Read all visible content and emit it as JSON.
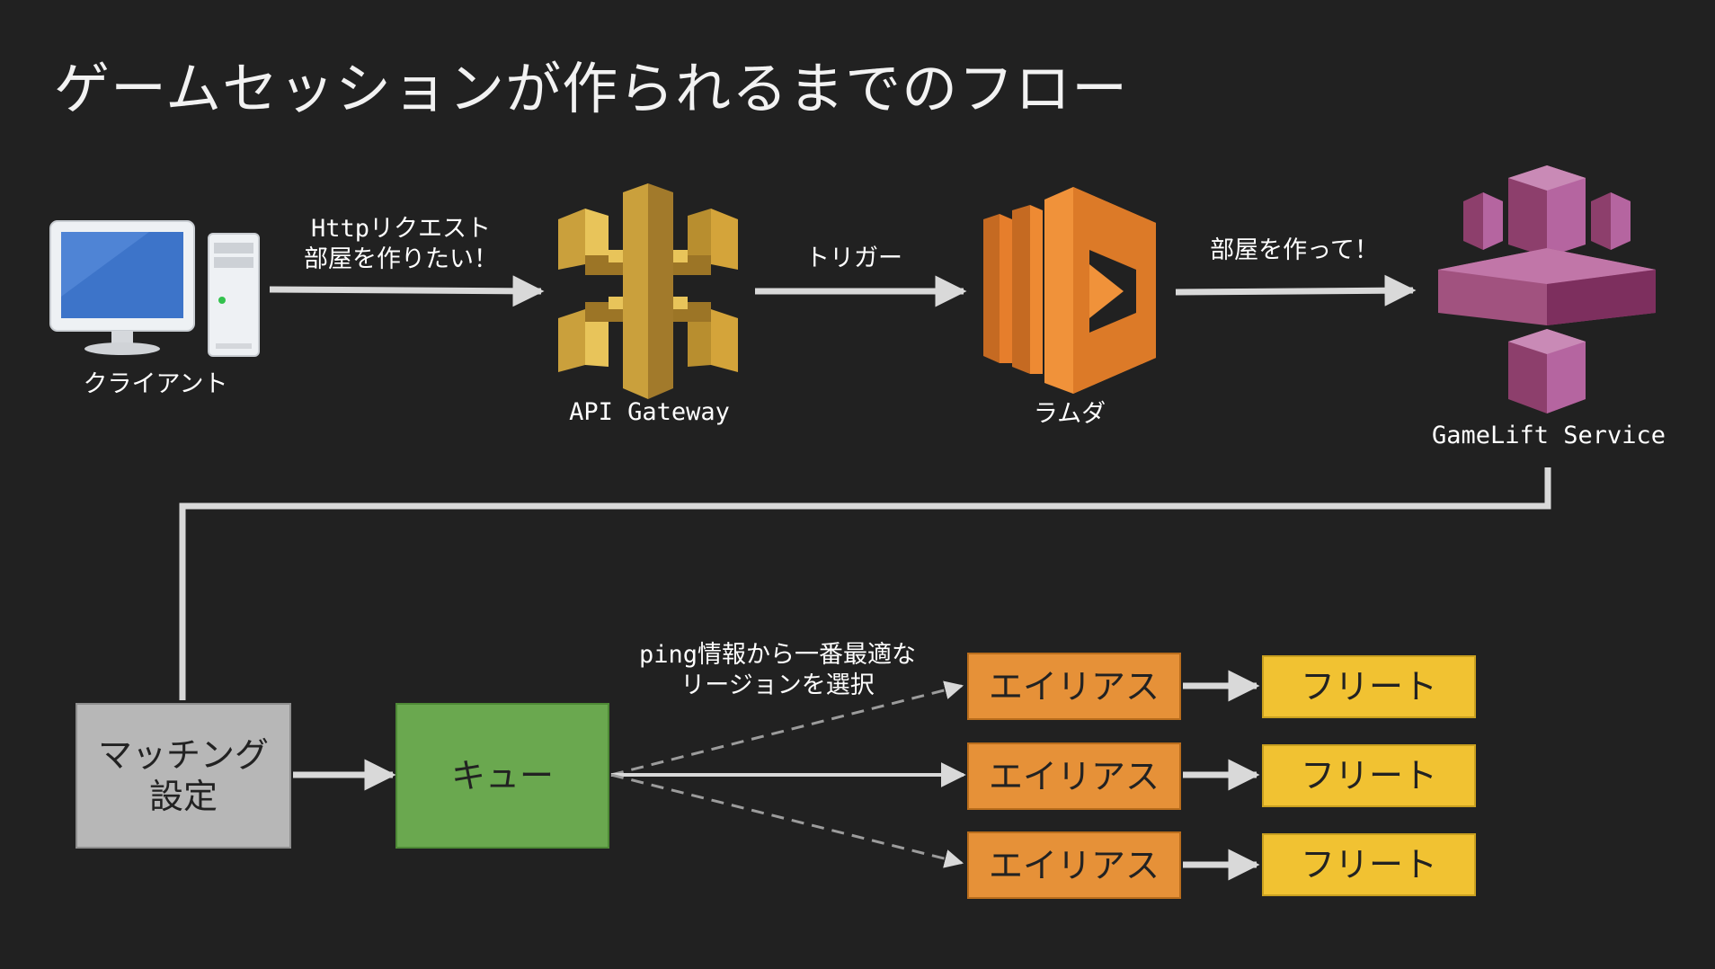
{
  "title": "ゲームセッションが作られるまでのフロー",
  "nodes": {
    "client": "クライアント",
    "api_gateway": "API Gateway",
    "lambda": "ラムダ",
    "gamelift": "GameLift Service",
    "matchmaking": "マッチング\n設定",
    "queue": "キュー",
    "aliases": [
      "エイリアス",
      "エイリアス",
      "エイリアス"
    ],
    "fleets": [
      "フリート",
      "フリート",
      "フリート"
    ]
  },
  "edges": {
    "client_to_api": "Httpリクエスト\n部屋を作りたい！",
    "api_to_lambda": "トリガー",
    "lambda_to_gamelift": "部屋を作って！",
    "queue_to_alias": "ping情報から一番最適な\nリージョンを選択"
  },
  "colors": {
    "background": "#212121",
    "arrow": "#d9d9d9",
    "matchmaking": "#b7b7b7",
    "queue": "#6aa84f",
    "alias": "#e69138",
    "fleet": "#f1c232",
    "api_gateway": "#d4a43a",
    "lambda": "#ee8a33",
    "gamelift": "#a1527f"
  },
  "icons": [
    "desktop-computer-icon",
    "api-gateway-icon",
    "lambda-icon",
    "gamelift-icon"
  ]
}
